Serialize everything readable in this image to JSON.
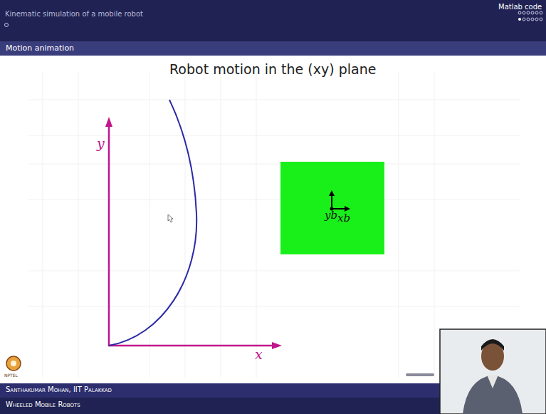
{
  "diagram": {
    "title": "Robot motion in the (xy) plane",
    "nodes": [
      {
        "text": [
          "yb",
          "xb"
        ]
      }
    ],
    "labels": [
      "Kinematic simulation of a mobile robot",
      "Matlab code",
      "Motion animation",
      "y",
      "x",
      "Santhakumar Mohan, IIT Palakkad",
      "Wheeled Mobile Robots",
      "NPTEL"
    ]
  }
}
